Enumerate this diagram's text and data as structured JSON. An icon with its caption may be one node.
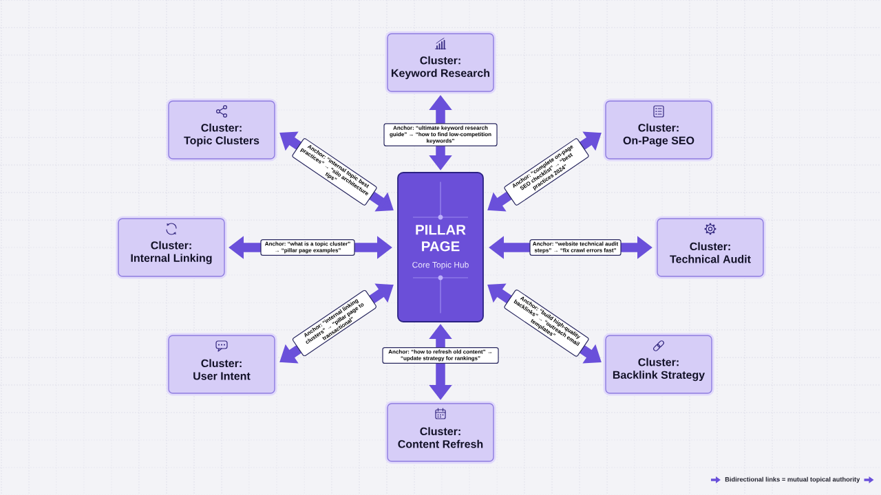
{
  "diagram": {
    "nodes": [
      {
        "text": [
          "Cluster:",
          "Keyword Research"
        ]
      },
      {
        "text": [
          "Cluster:",
          "Topic Clusters"
        ]
      },
      {
        "text": [
          "Cluster:",
          "On-Page SEO"
        ]
      },
      {
        "text": [
          "Cluster:",
          "Internal Linking"
        ]
      },
      {
        "text": [
          "PILLAR PAGE",
          "Core Topic Hub"
        ]
      },
      {
        "text": [
          "Cluster:",
          "Technical Audit"
        ]
      },
      {
        "text": [
          "Cluster:",
          "User Intent"
        ]
      },
      {
        "text": [
          "Cluster:",
          "Backlink Strategy"
        ]
      },
      {
        "text": [
          "Cluster:",
          "Content Refresh"
        ]
      }
    ],
    "edges": [
      {
        "from": 4,
        "to": 0,
        "arrow": "both",
        "label": "Anchor: “ultimate keyword research guide” → “how to find low-competition keywords”"
      },
      {
        "from": 4,
        "to": 1,
        "arrow": "both",
        "label": "Anchor: “internal topic best practices” → “silo architecture tips”"
      },
      {
        "from": 4,
        "to": 2,
        "arrow": "both",
        "label": "Anchor: “complete on-page SEO checklist” → “best practices 2024”"
      },
      {
        "from": 4,
        "to": 3,
        "arrow": "both",
        "label": "Anchor: “what is a topic cluster” → “pillar page examples”"
      },
      {
        "from": 4,
        "to": 5,
        "arrow": "both",
        "label": "Anchor: “website technical audit steps” → “fix crawl errors fast”"
      },
      {
        "from": 4,
        "to": 6,
        "arrow": "both",
        "label": "Anchor: “internal linking clusters” → “pillar page to transactional”"
      },
      {
        "from": 4,
        "to": 8,
        "arrow": "both",
        "label": "Anchor: “how to refresh old content” → “update strategy for rankings”"
      },
      {
        "from": 4,
        "to": 7,
        "arrow": "both",
        "label": "Anchor: “build high-quality backlinks” → “outreach email templates”"
      }
    ],
    "legend": [
      {
        "text": "Bidirectional links = mutual topical authority"
      }
    ]
  }
}
